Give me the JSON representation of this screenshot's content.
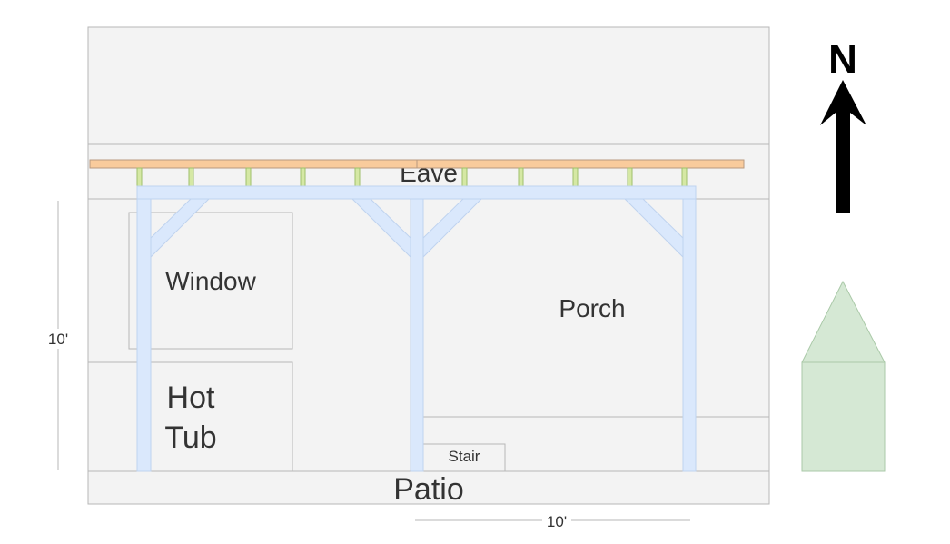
{
  "labels": {
    "eave": "Eave",
    "window": "Window",
    "hot_tub_line1": "Hot",
    "hot_tub_line2": "Tub",
    "porch": "Porch",
    "stair": "Stair",
    "patio": "Patio",
    "dim_vertical": "10'",
    "dim_horizontal": "10'",
    "north": "N"
  },
  "colors": {
    "area_fill": "#f3f3f3",
    "area_stroke": "#b7b7b7",
    "beam_fill": "#dae8fc",
    "beam_stroke": "#bfd3ef",
    "rafter_fill": "#f9cb9c",
    "purlin_fill": "#d5e8a4",
    "house_fill": "#d5e8d4",
    "house_stroke": "#aac9a8",
    "arrow": "#000000"
  }
}
